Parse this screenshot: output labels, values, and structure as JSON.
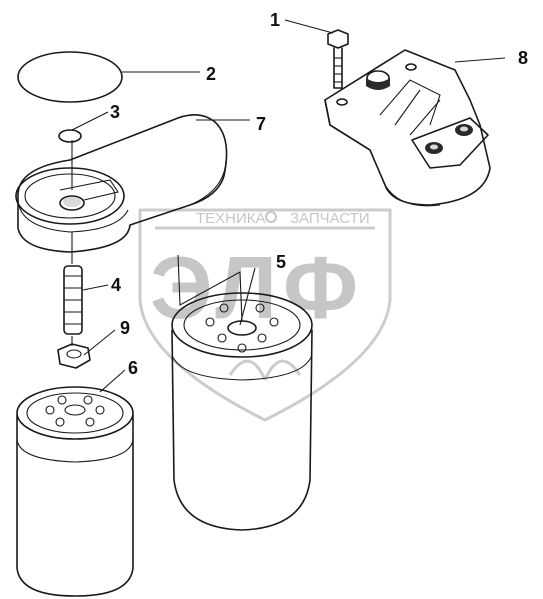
{
  "watermark": {
    "top_text_left": "ТЕХНИКА",
    "top_text_right": "ЗАПЧАСТИ",
    "big_letters": "ЭЛФ"
  },
  "callouts": [
    {
      "id": "callout-1",
      "label": "1"
    },
    {
      "id": "callout-2",
      "label": "2"
    },
    {
      "id": "callout-3",
      "label": "3"
    },
    {
      "id": "callout-4",
      "label": "4"
    },
    {
      "id": "callout-5",
      "label": "5"
    },
    {
      "id": "callout-6",
      "label": "6"
    },
    {
      "id": "callout-7",
      "label": "7"
    },
    {
      "id": "callout-8",
      "label": "8"
    },
    {
      "id": "callout-9",
      "label": "9"
    }
  ]
}
